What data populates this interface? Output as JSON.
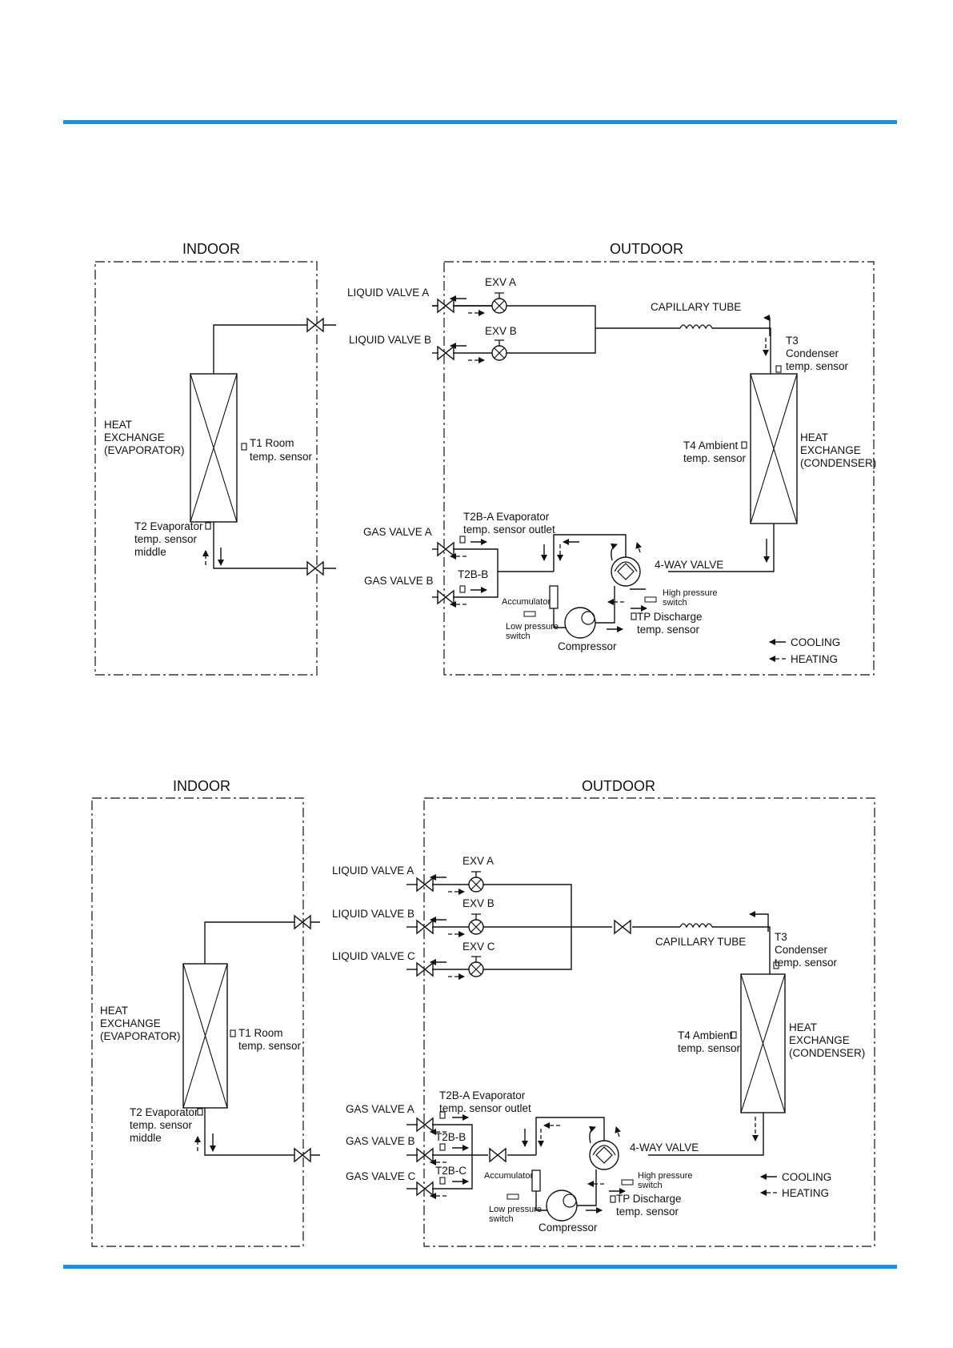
{
  "colors": {
    "rule": "#1f8fd6"
  },
  "diagram_1": {
    "indoor": "INDOOR",
    "outdoor": "OUTDOOR",
    "liquid_valve_a": "LIQUID VALVE  A",
    "liquid_valve_b": "LIQUID VALVE  B",
    "exv_a": "EXV A",
    "exv_b": "EXV B",
    "capillary_tube": "CAPILLARY TUBE",
    "t3": [
      "T3",
      "Condenser",
      "temp. sensor"
    ],
    "heat_exchange_evap": [
      "HEAT",
      "EXCHANGE",
      "(EVAPORATOR)"
    ],
    "t1": [
      "T1 Room",
      "temp. sensor"
    ],
    "t4": [
      "T4 Ambient",
      "temp. sensor"
    ],
    "heat_exchange_cond": [
      "HEAT",
      "EXCHANGE",
      "(CONDENSER)"
    ],
    "t2": [
      "T2 Evaporator",
      "temp. sensor",
      "middle"
    ],
    "t2b_a": [
      "T2B-A  Evaporator",
      "temp. sensor outlet"
    ],
    "gas_valve_a": "GAS VALVE A",
    "gas_valve_b": "GAS VALVE B",
    "t2b_b": "T2B-B",
    "four_way_valve": "4-WAY VALVE",
    "accumulator": "Accumulator",
    "high_pressure": [
      "High pressure",
      "switch"
    ],
    "low_pressure": [
      "Low pressure",
      "switch"
    ],
    "tp": [
      "TP Discharge",
      "temp. sensor"
    ],
    "compressor": "Compressor",
    "cooling": "COOLING",
    "heating": "HEATING"
  },
  "diagram_2": {
    "indoor": "INDOOR",
    "outdoor": "OUTDOOR",
    "liquid_valve_a": "LIQUID VALVE  A",
    "liquid_valve_b": "LIQUID VALVE  B",
    "liquid_valve_c": "LIQUID VALVE  C",
    "exv_a": "EXV A",
    "exv_b": "EXV B",
    "exv_c": "EXV C",
    "capillary_tube": "CAPILLARY TUBE",
    "t3": [
      "T3",
      "Condenser",
      "temp. sensor"
    ],
    "heat_exchange_evap": [
      "HEAT",
      "EXCHANGE",
      "(EVAPORATOR)"
    ],
    "t1": [
      "T1 Room",
      "temp. sensor"
    ],
    "t4": [
      "T4 Ambient",
      "temp. sensor"
    ],
    "heat_exchange_cond": [
      "HEAT",
      "EXCHANGE",
      "(CONDENSER)"
    ],
    "t2": [
      "T2 Evaporator",
      "temp. sensor",
      "middle"
    ],
    "t2b_a": [
      "T2B-A  Evaporator",
      "temp. sensor outlet"
    ],
    "gas_valve_a": "GAS VALVE A",
    "gas_valve_b": "GAS VALVE B",
    "gas_valve_c": "GAS VALVE C",
    "t2b_b": "T2B-B",
    "t2b_c": "T2B-C",
    "four_way_valve": "4-WAY VALVE",
    "accumulator": "Accumulator",
    "high_pressure": [
      "High pressure",
      "switch"
    ],
    "low_pressure": [
      "Low pressure",
      "switch"
    ],
    "tp": [
      "TP Discharge",
      "temp. sensor"
    ],
    "compressor": "Compressor",
    "cooling": "COOLING",
    "heating": "HEATING"
  }
}
